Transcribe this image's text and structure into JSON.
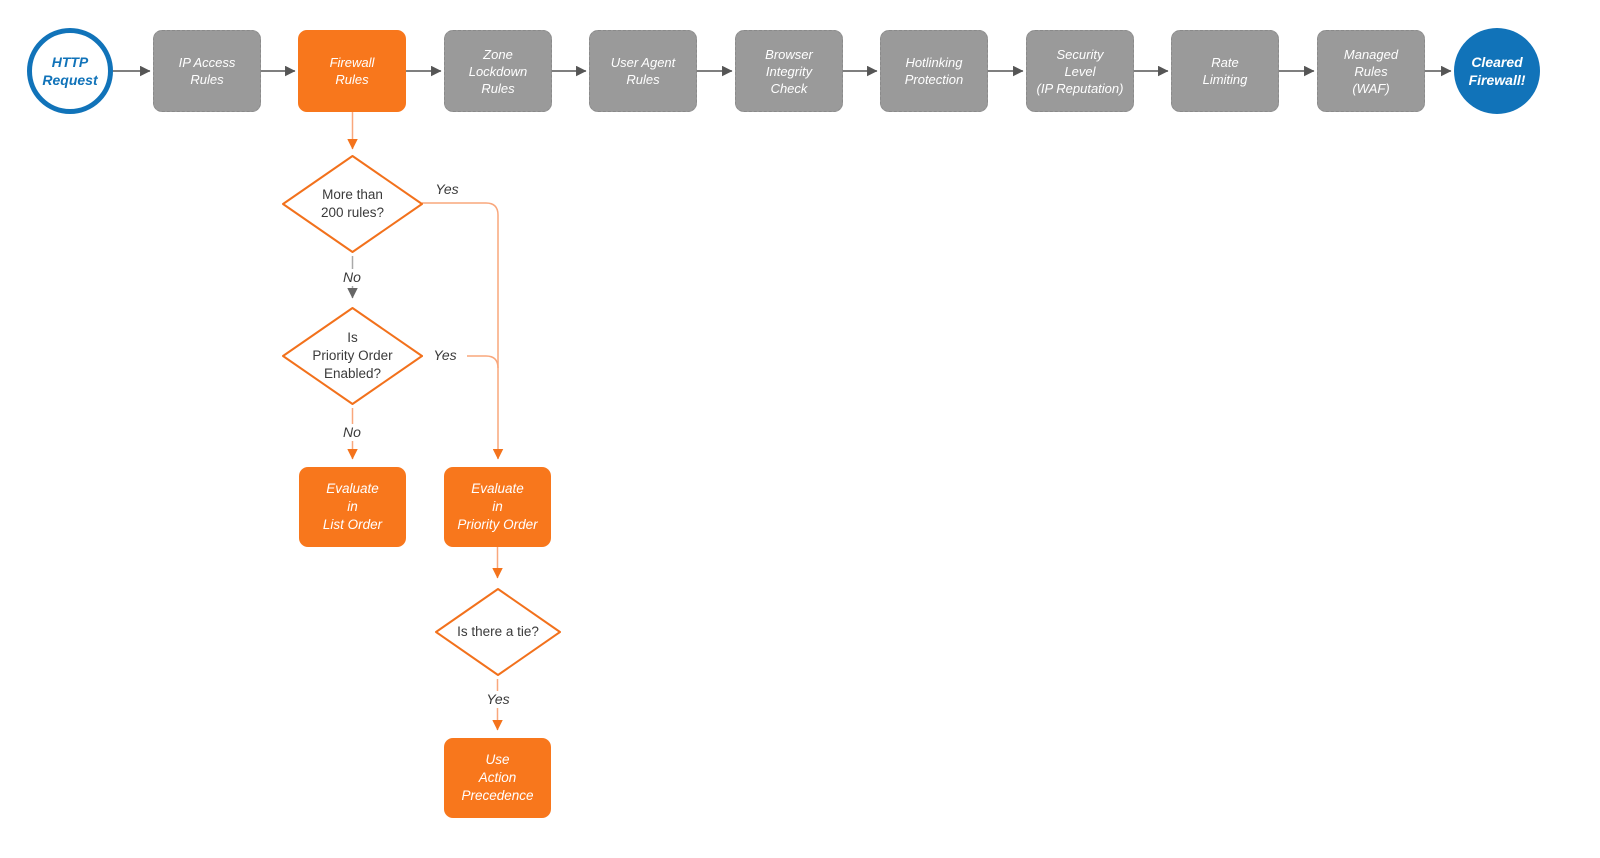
{
  "nodes": {
    "start": "HTTP\nRequest",
    "ip_access": "IP Access\nRules",
    "firewall": "Firewall\nRules",
    "zone_lockdown": "Zone\nLockdown\nRules",
    "user_agent": "User Agent\nRules",
    "browser_integrity": "Browser\nIntegrity\nCheck",
    "hotlinking": "Hotlinking\nProtection",
    "security_level": "Security\nLevel\n(IP Reputation)",
    "rate_limiting": "Rate\nLimiting",
    "managed_rules": "Managed\nRules\n(WAF)",
    "end": "Cleared\nFirewall!",
    "d_more_than_200": "More than\n200 rules?",
    "d_priority_enabled": "Is\nPriority Order\nEnabled?",
    "d_tie": "Is there a tie?",
    "evaluate_list": "Evaluate\nin\nList Order",
    "evaluate_priority": "Evaluate\nin\nPriority Order",
    "use_action_precedence": "Use\nAction\nPrecedence"
  },
  "edge_labels": {
    "more_than_200_yes": "Yes",
    "more_than_200_no": "No",
    "priority_enabled_yes": "Yes",
    "priority_enabled_no": "No",
    "tie_yes": "Yes"
  },
  "colors": {
    "accent_orange": "#F8771C",
    "diamond_stroke_orange": "#F2711C",
    "connector_orange_line": "#F9A77C",
    "connector_orange_head": "#F4731C",
    "node_gray": "#9A9A9A",
    "node_gray_border": "#8A8A8A",
    "connector_dark": "#555555",
    "connector_gray_line": "#A9A9A9",
    "brand_blue": "#1173B9",
    "text_dark": "#3A3A3A"
  }
}
